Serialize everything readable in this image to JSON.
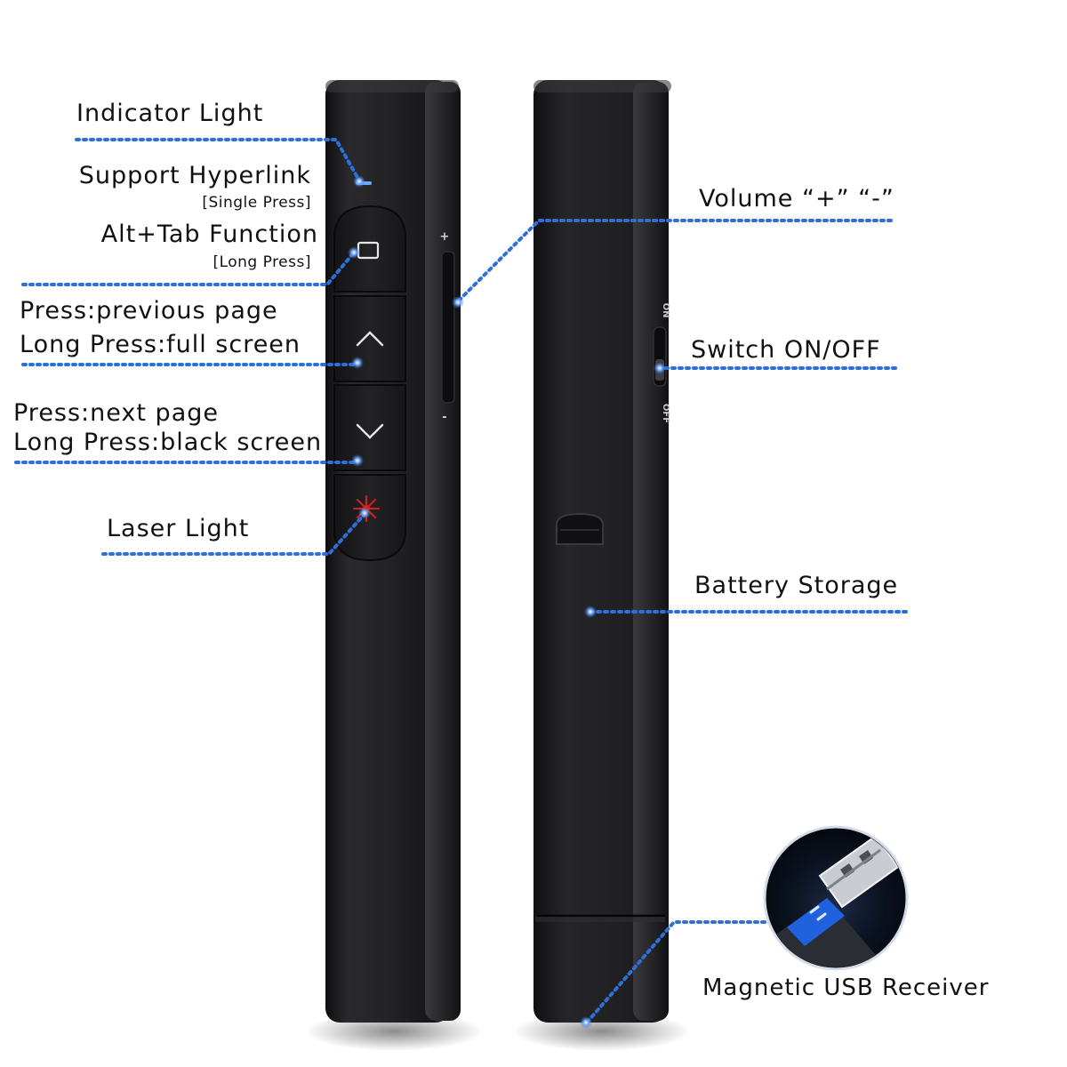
{
  "labels": {
    "indicator_light": "Indicator Light",
    "support_hyperlink": "Support Hyperlink",
    "single_press": "[Single Press]",
    "alt_tab_function": "Alt+Tab Function",
    "long_press": "[Long Press]",
    "prev_press": "Press:previous page",
    "prev_long_press": "Long Press:full screen",
    "next_press": "Press:next page",
    "next_long_press": "Long Press:black screen",
    "laser_light": "Laser Light",
    "volume": "Volume “+” “-”",
    "switch_on_off": "Switch ON/OFF",
    "battery_storage": "Battery Storage",
    "magnetic_usb_receiver": "Magnetic USB Receiver"
  },
  "device_markings": {
    "volume_plus": "+",
    "volume_minus": "-",
    "switch_on": "ON",
    "switch_off": "OFF"
  },
  "colors": {
    "callout_blue": "#2f6fd6",
    "device_body": "#1d1d1f",
    "laser_red": "#d81e1e",
    "usb_glow": "#1e6bff"
  },
  "icons": {
    "alt_tab_button": "window-icon",
    "previous_button": "chevron-up-icon",
    "next_button": "chevron-down-icon",
    "laser_button": "laser-star-icon",
    "receiver_inset": "usb-receiver-icon"
  }
}
